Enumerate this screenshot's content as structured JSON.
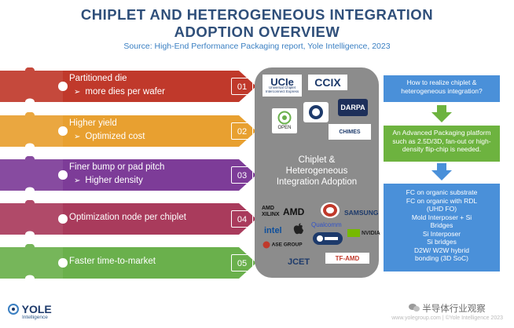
{
  "title_line1": "CHIPLET AND HETEROGENEOUS INTEGRATION",
  "title_line2": "ADOPTION OVERVIEW",
  "source": "Source: High-End Performance Packaging report, Yole Intelligence, 2023",
  "rows": [
    {
      "line1": "Partitioned die",
      "line2": "more dies per wafer",
      "num": "01",
      "color": "#c0392b"
    },
    {
      "line1": "Higher yield",
      "line2": "Optimized cost",
      "num": "02",
      "color": "#e8a030"
    },
    {
      "line1": "Finer bump or pad pitch",
      "line2": "Higher density",
      "num": "03",
      "color": "#7d3c98"
    },
    {
      "line1": "Optimization node per chiplet",
      "line2": "",
      "num": "04",
      "color": "#a93b5c"
    },
    {
      "line1": "Faster time-to-market",
      "line2": "",
      "num": "05",
      "color": "#6ab04c"
    }
  ],
  "chevron": "➢",
  "hub": {
    "line1": "Chiplet &",
    "line2": "Heterogeneous",
    "line3": "Integration Adoption",
    "color": "#8c8c8c"
  },
  "logos": {
    "ucie": "UCIe",
    "ucie_sub": "Universal Chiplet Interconnect Express",
    "ccix": "CCIX",
    "darpa": "DARPA",
    "open": "OPEN",
    "chimes": "CHIMES",
    "amd_xilinx1": "AMD",
    "amd_xilinx2": "XILINX",
    "amd": "AMD",
    "samsung": "SAMSUNG",
    "intel": "intel",
    "qualcomm": "Qualcomm",
    "nvidia": "NVIDIA",
    "ase": "ASE GROUP",
    "jcet": "JCET",
    "tf": "TF-AMD"
  },
  "right": {
    "q": "How to realize chiplet & heterogeneous integration?",
    "a": "An Advanced Packaging platform such as 2.5D/3D, fan-out or high-density flip-chip is needed.",
    "list": [
      "FC on organic substrate",
      "FC on organic with RDL",
      "(UHD FO)",
      "Mold Interposer + Si",
      "Bridges",
      "Si Interposer",
      "Si bridges",
      "D2W/ W2W hybrid",
      "bonding (3D SoC)"
    ],
    "blue": "#4a90d9",
    "green": "#6db33f"
  },
  "footer": {
    "logo": "YOLE",
    "logo_sub": "Intelligence",
    "wechat": "半导体行业观察",
    "url": "www.yolegroup.com | ©Yole Intelligence 2023"
  }
}
